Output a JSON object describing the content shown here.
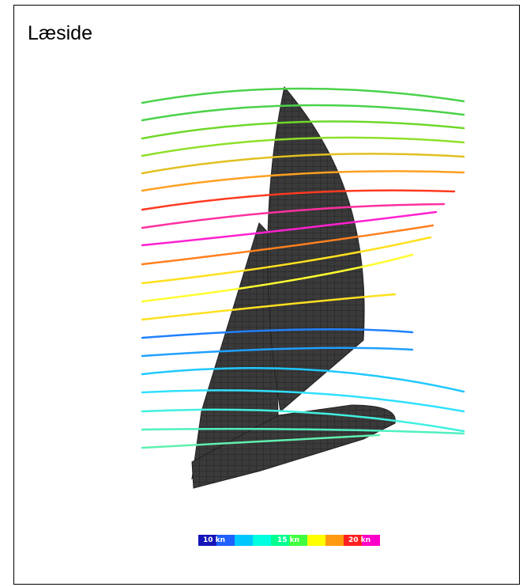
{
  "title": "Læside",
  "legend": {
    "labels": [
      "10 kn",
      "15 kn",
      "20 kn"
    ],
    "colors": [
      "#1515b8",
      "#2060ff",
      "#00c8ff",
      "#00ffe0",
      "#00ff90",
      "#40ff40",
      "#ffff00",
      "#ff9a10",
      "#ff2020",
      "#ff00c8"
    ]
  },
  "colors": {
    "sail": "#3a3a3a",
    "streamline_base": "#3ad63a"
  }
}
